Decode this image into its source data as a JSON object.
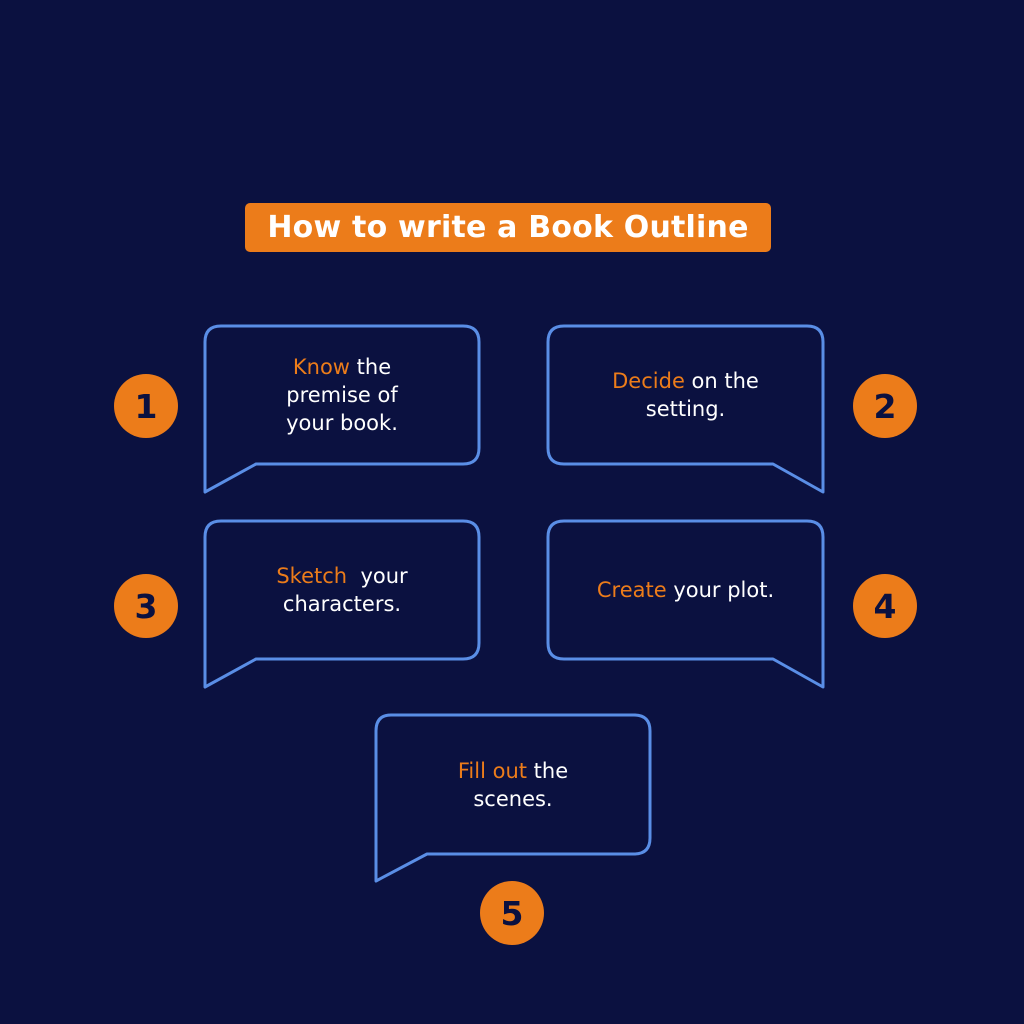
{
  "title": "How to write a Book Outline",
  "colors": {
    "background": "#0b1140",
    "accent": "#ec7c1a",
    "bubble_outline": "#5a8ee6",
    "text": "#ffffff"
  },
  "steps": [
    {
      "number": "1",
      "highlight": "Know",
      "line1_rest": " the",
      "line2": "premise of",
      "line3": "your book."
    },
    {
      "number": "2",
      "highlight": "Decide",
      "line1_rest": " on the",
      "line2": "setting."
    },
    {
      "number": "3",
      "highlight": "Sketch",
      "line1_rest": "  your",
      "line2": "characters."
    },
    {
      "number": "4",
      "highlight": "Create",
      "line1_rest": " your plot."
    },
    {
      "number": "5",
      "highlight": "Fill out",
      "line1_rest": " the",
      "line2": "scenes."
    }
  ]
}
